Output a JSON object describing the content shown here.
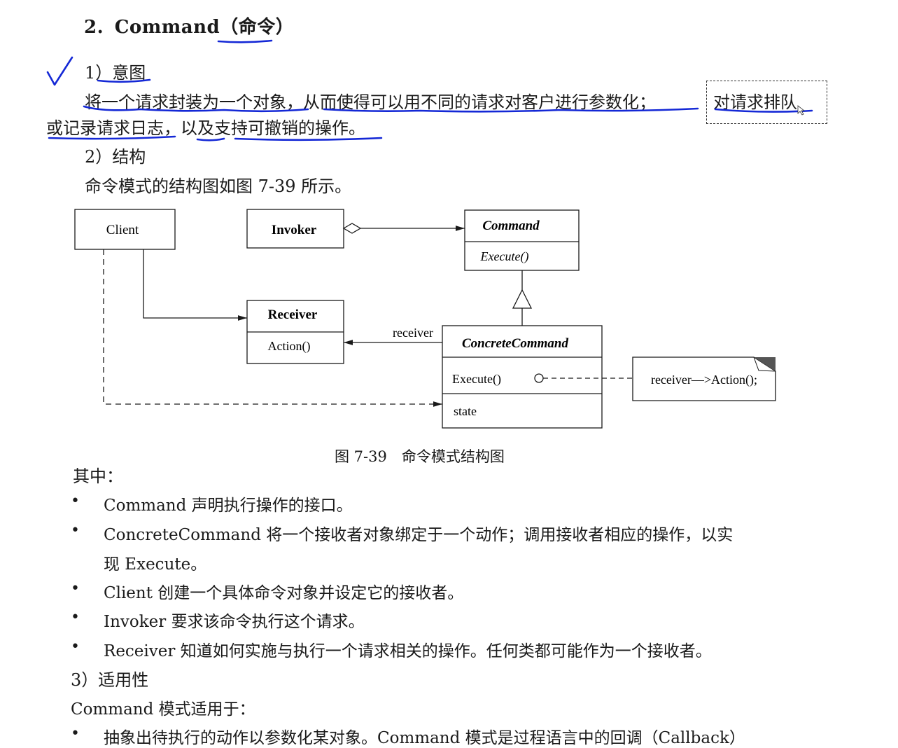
{
  "heading": {
    "number": "2.",
    "title": "Command（命令）"
  },
  "section1": {
    "title": "1）意图",
    "line1": "将一个请求封装为一个对象，从而使得可以用不同的请求对客户进行参数化；",
    "line1_highlight": "对请求排队",
    "line2": "或记录请求日志，以及支持可撤销的操作。"
  },
  "section2": {
    "title": "2）结构",
    "intro": "命令模式的结构图如图 7-39 所示。"
  },
  "diagram": {
    "client": "Client",
    "invoker": "Invoker",
    "command": "Command",
    "command_op": "Execute()",
    "receiver": "Receiver",
    "receiver_op": "Action()",
    "receiver_label": "receiver",
    "concrete": "ConcreteCommand",
    "concrete_op": "Execute()",
    "concrete_attr": "state",
    "note": "receiver—>Action();",
    "caption": "图 7-39　命令模式结构图"
  },
  "among": "其中：",
  "bullets": [
    "Command 声明执行操作的接口。",
    "ConcreteCommand 将一个接收者对象绑定于一个动作；调用接收者相应的操作，以实",
    "现 Execute。",
    "Client 创建一个具体命令对象并设定它的接收者。",
    "Invoker 要求该命令执行这个请求。",
    "Receiver 知道如何实施与执行一个请求相关的操作。任何类都可能作为一个接收者。"
  ],
  "section3": {
    "title": "3）适用性",
    "intro": "Command 模式适用于：",
    "bullet1": "抽象出待执行的动作以参数化某对象。Command 模式是过程语言中的回调（Callback）"
  },
  "colors": {
    "annotation_ink": "#1428d6",
    "text": "#1a1a1a"
  }
}
